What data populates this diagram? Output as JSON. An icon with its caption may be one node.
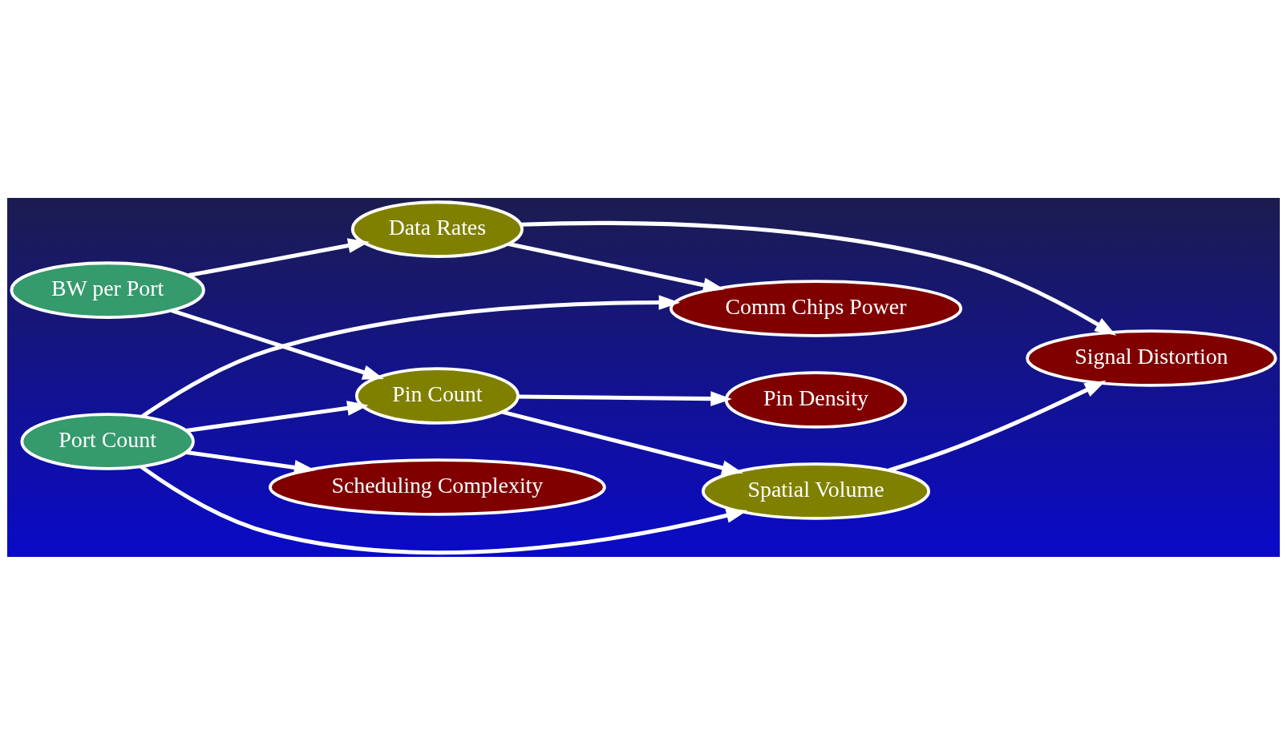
{
  "diagram": {
    "nodes": [
      {
        "text": [
          "BW per Port"
        ]
      },
      {
        "text": [
          "Data Rates"
        ]
      },
      {
        "text": [
          "Signal Distortion"
        ]
      },
      {
        "text": [
          "Comm Chips Power"
        ]
      },
      {
        "text": [
          "Pin Count"
        ]
      },
      {
        "text": [
          "Scheduling Complexity"
        ]
      },
      {
        "text": [
          "Pin Density"
        ]
      },
      {
        "text": [
          "Port Count"
        ]
      },
      {
        "text": [
          "Spatial Volume"
        ]
      }
    ],
    "edges": [
      {
        "from": 0,
        "to": 1,
        "arrow": "to"
      },
      {
        "from": 1,
        "to": 2,
        "arrow": "to"
      },
      {
        "from": 1,
        "to": 3,
        "arrow": "to"
      },
      {
        "from": 0,
        "to": 4,
        "arrow": "to"
      },
      {
        "from": 4,
        "to": 6,
        "arrow": "to"
      },
      {
        "from": 4,
        "to": 8,
        "arrow": "to"
      },
      {
        "from": 7,
        "to": 4,
        "arrow": "to"
      },
      {
        "from": 7,
        "to": 3,
        "arrow": "to"
      },
      {
        "from": 7,
        "to": 5,
        "arrow": "to"
      },
      {
        "from": 7,
        "to": 8,
        "arrow": "to"
      },
      {
        "from": 8,
        "to": 2,
        "arrow": "to"
      }
    ]
  }
}
